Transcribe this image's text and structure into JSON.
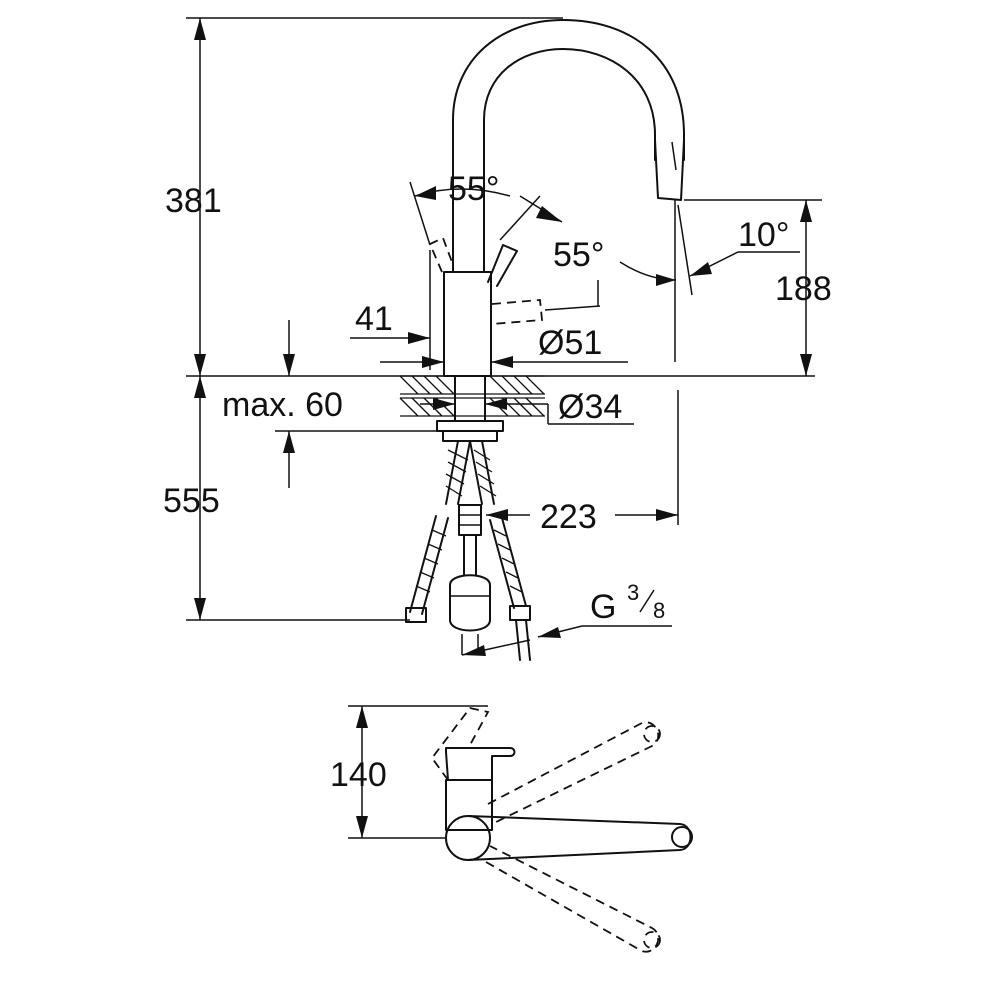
{
  "drawing": {
    "subject": "kitchen faucet",
    "dimensions": {
      "total_height": "381",
      "lever_angle_top": "55°",
      "lever_angle_side": "55°",
      "spout_tilt": "10°",
      "spout_outlet_height": "188",
      "lever_offset": "41",
      "body_diameter": "Ø51",
      "mounting_thickness": "max. 60",
      "mounting_hole": "Ø34",
      "below_deck_length": "555",
      "spout_reach": "223",
      "connection_thread": "G",
      "thread_numerator": "3",
      "thread_denominator": "8",
      "swivel_depth": "140"
    }
  }
}
